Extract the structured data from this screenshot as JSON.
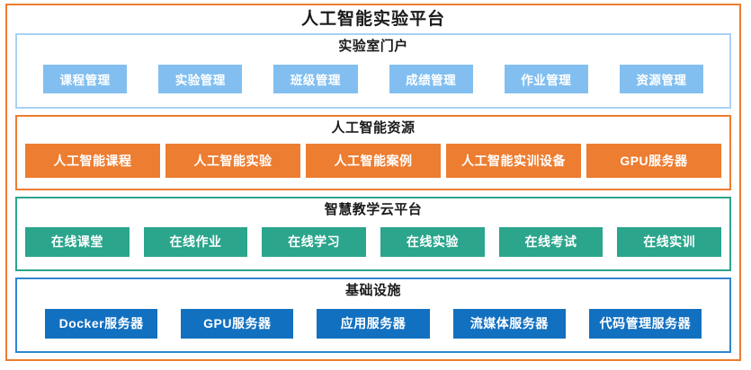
{
  "platform": {
    "title": "人工智能实验平台",
    "border_color": "#ED7D31"
  },
  "layers": [
    {
      "id": "portal",
      "title": "实验室门户",
      "border_color": "#A9D2F5",
      "tile_color": "#82BFF0",
      "tiles": [
        "课程管理",
        "实验管理",
        "班级管理",
        "成绩管理",
        "作业管理",
        "资源管理"
      ]
    },
    {
      "id": "resource",
      "title": "人工智能资源",
      "border_color": "#ED7D31",
      "tile_color": "#ED7D31",
      "tiles": [
        "人工智能课程",
        "人工智能实验",
        "人工智能案例",
        "人工智能实训设备",
        "GPU服务器"
      ]
    },
    {
      "id": "cloud",
      "title": "智慧教学云平台",
      "border_color": "#2BA58C",
      "tile_color": "#2BA58C",
      "tiles": [
        "在线课堂",
        "在线作业",
        "在线学习",
        "在线实验",
        "在线考试",
        "在线实训"
      ]
    },
    {
      "id": "infra",
      "title": "基础设施",
      "border_color": "#2E86D0",
      "tile_color": "#1270C0",
      "tiles": [
        "Docker服务器",
        "GPU服务器",
        "应用服务器",
        "流媒体服务器",
        "代码管理服务器"
      ]
    }
  ]
}
